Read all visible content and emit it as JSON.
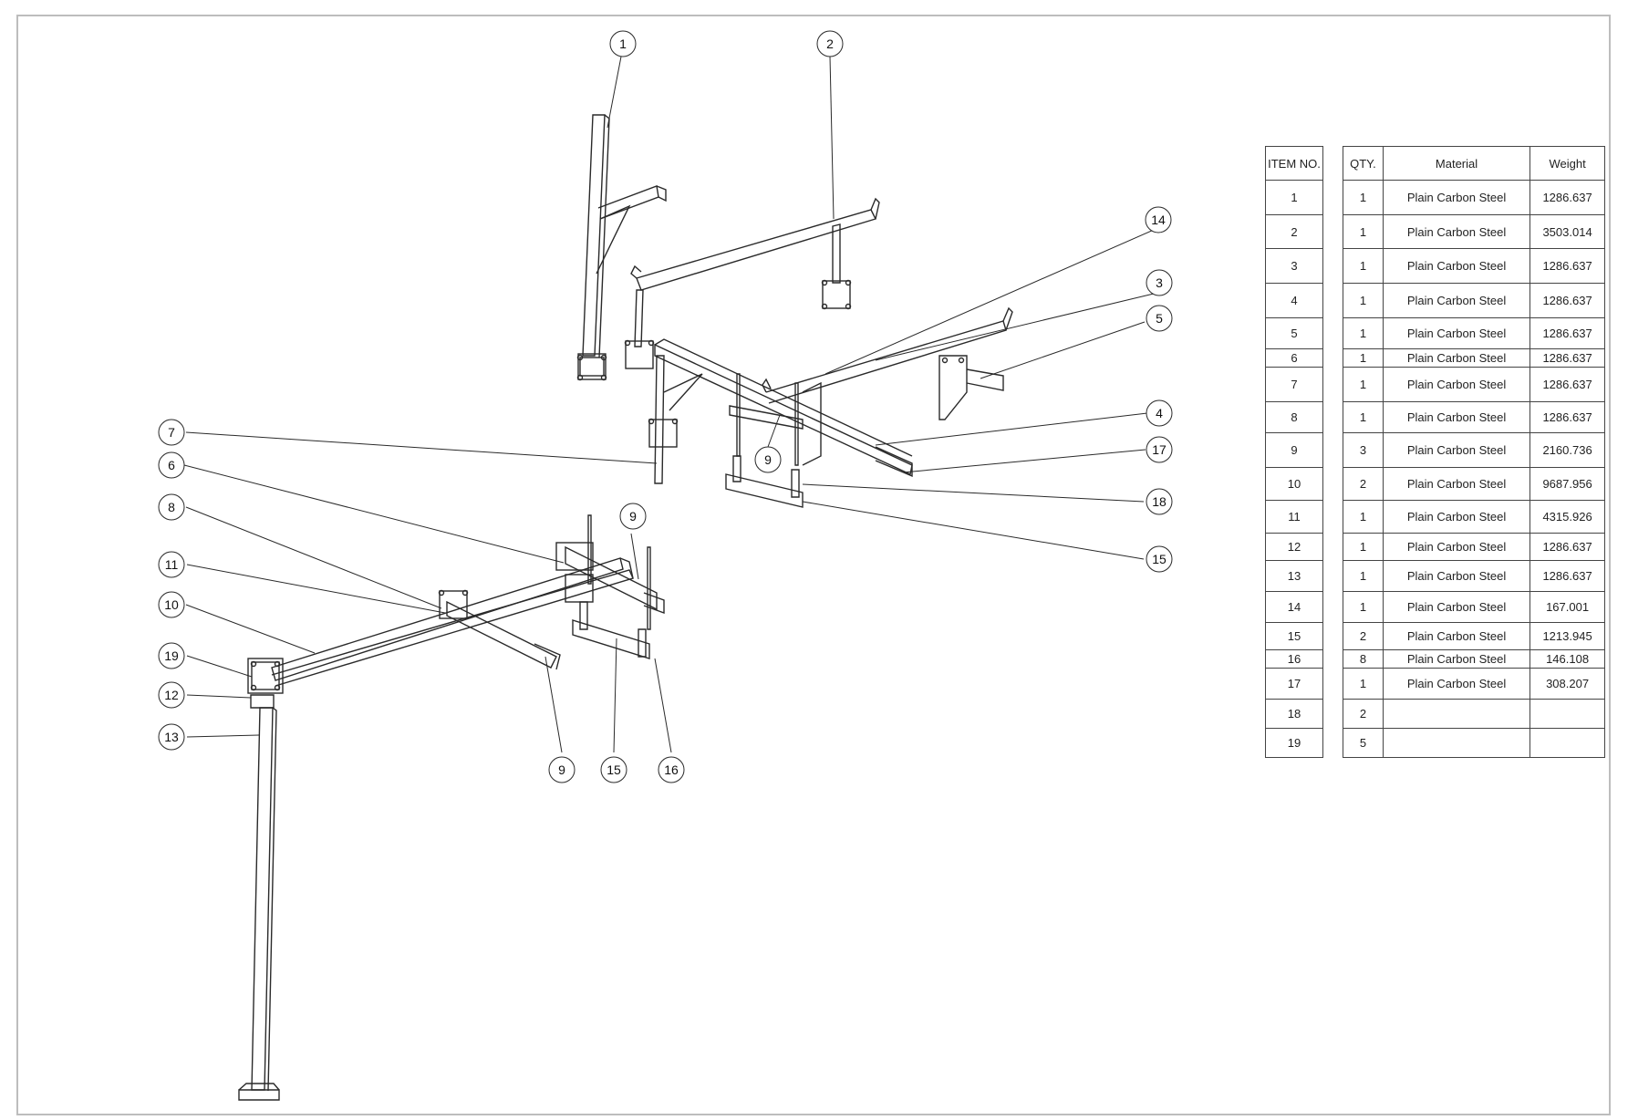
{
  "bom": {
    "headers": {
      "item_no": "ITEM NO.",
      "qty": "QTY.",
      "material": "Material",
      "weight": "Weight"
    },
    "rows": [
      {
        "item": "1",
        "qty": "1",
        "material": "Plain Carbon Steel",
        "weight": "1286.637"
      },
      {
        "item": "2",
        "qty": "1",
        "material": "Plain Carbon Steel",
        "weight": "3503.014"
      },
      {
        "item": "3",
        "qty": "1",
        "material": "Plain Carbon Steel",
        "weight": "1286.637"
      },
      {
        "item": "4",
        "qty": "1",
        "material": "Plain Carbon Steel",
        "weight": "1286.637"
      },
      {
        "item": "5",
        "qty": "1",
        "material": "Plain Carbon Steel",
        "weight": "1286.637"
      },
      {
        "item": "6",
        "qty": "1",
        "material": "Plain Carbon Steel",
        "weight": "1286.637"
      },
      {
        "item": "7",
        "qty": "1",
        "material": "Plain Carbon Steel",
        "weight": "1286.637"
      },
      {
        "item": "8",
        "qty": "1",
        "material": "Plain Carbon Steel",
        "weight": "1286.637"
      },
      {
        "item": "9",
        "qty": "3",
        "material": "Plain Carbon Steel",
        "weight": "2160.736"
      },
      {
        "item": "10",
        "qty": "2",
        "material": "Plain Carbon Steel",
        "weight": "9687.956"
      },
      {
        "item": "11",
        "qty": "1",
        "material": "Plain Carbon Steel",
        "weight": "4315.926"
      },
      {
        "item": "12",
        "qty": "1",
        "material": "Plain Carbon Steel",
        "weight": "1286.637"
      },
      {
        "item": "13",
        "qty": "1",
        "material": "Plain Carbon Steel",
        "weight": "1286.637"
      },
      {
        "item": "14",
        "qty": "1",
        "material": "Plain Carbon Steel",
        "weight": "167.001"
      },
      {
        "item": "15",
        "qty": "2",
        "material": "Plain Carbon Steel",
        "weight": "1213.945"
      },
      {
        "item": "16",
        "qty": "8",
        "material": "Plain Carbon Steel",
        "weight": "146.108"
      },
      {
        "item": "17",
        "qty": "1",
        "material": "Plain Carbon Steel",
        "weight": "308.207"
      },
      {
        "item": "18",
        "qty": "2",
        "material": "",
        "weight": ""
      },
      {
        "item": "19",
        "qty": "5",
        "material": "",
        "weight": ""
      }
    ]
  },
  "balloons": [
    "1",
    "2",
    "14",
    "3",
    "5",
    "4",
    "17",
    "18",
    "15",
    "7",
    "6",
    "9",
    "8",
    "11",
    "10",
    "19",
    "12",
    "13",
    "9",
    "15",
    "16",
    "9"
  ],
  "colors": {
    "line": "#2a2a2a",
    "frame": "#bdbdbd"
  }
}
